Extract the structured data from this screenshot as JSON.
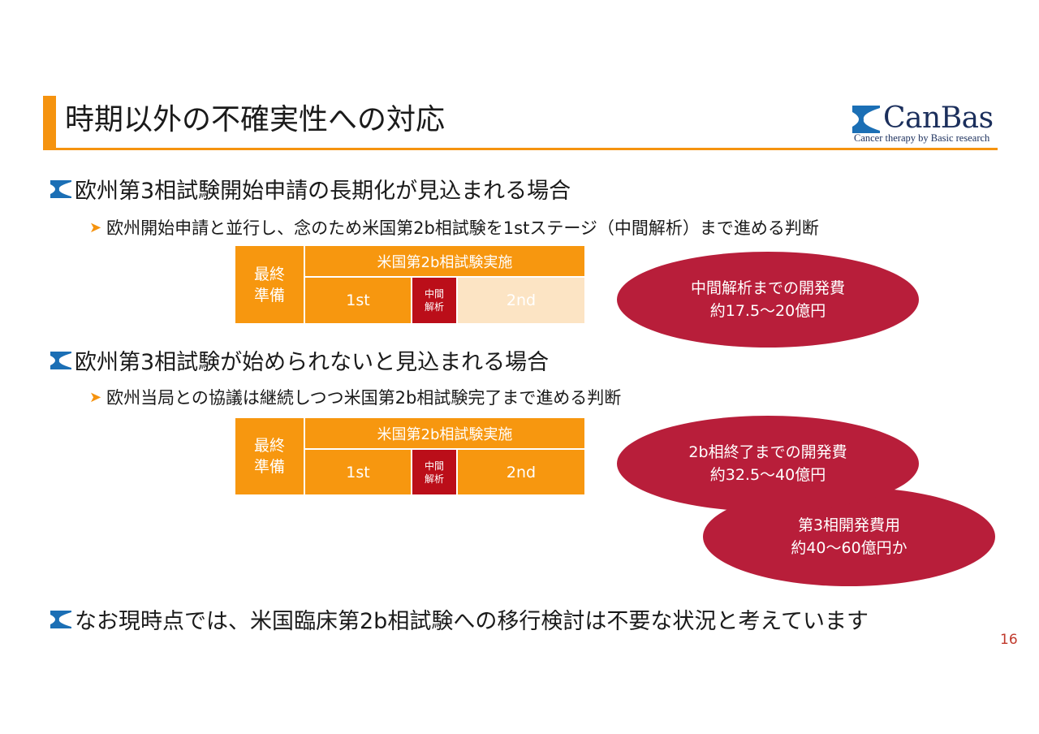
{
  "title": "時期以外の不確実性への対応",
  "logo": {
    "name": "CanBas",
    "tagline": "Cancer therapy by Basic research"
  },
  "section1": {
    "heading": "欧州第3相試験開始申請の長期化が見込まれる場合",
    "sub": "欧州開始申請と並行し、念のため米国第2b相試験を1stステージ（中間解析）まで進める判断",
    "diagram": {
      "prep": "最終準備",
      "header": "米国第2b相試験実施",
      "stage1": "1st",
      "interim": "中間解析",
      "stage2": "2nd"
    },
    "oval": {
      "line1": "中間解析までの開発費",
      "line2": "約17.5～20億円"
    }
  },
  "section2": {
    "heading": "欧州第3相試験が始められないと見込まれる場合",
    "sub": "欧州当局との協議は継続しつつ米国第2b相試験完了まで進める判断",
    "diagram": {
      "prep": "最終準備",
      "header": "米国第2b相試験実施",
      "stage1": "1st",
      "interim": "中間解析",
      "stage2": "2nd"
    },
    "oval1": {
      "line1": "2b相終了までの開発費",
      "line2": "約32.5～40億円"
    },
    "oval2": {
      "line1": "第3相開発費用",
      "line2": "約40～60億円か"
    }
  },
  "section3": {
    "heading": "なお現時点では、米国臨床第2b相試験への移行検討は不要な状況と考えています"
  },
  "page_number": "16",
  "colors": {
    "accent": "#f5930f",
    "oval": "#b81e3a",
    "interim": "#bb0e19",
    "logo": "#1b2f5c"
  }
}
